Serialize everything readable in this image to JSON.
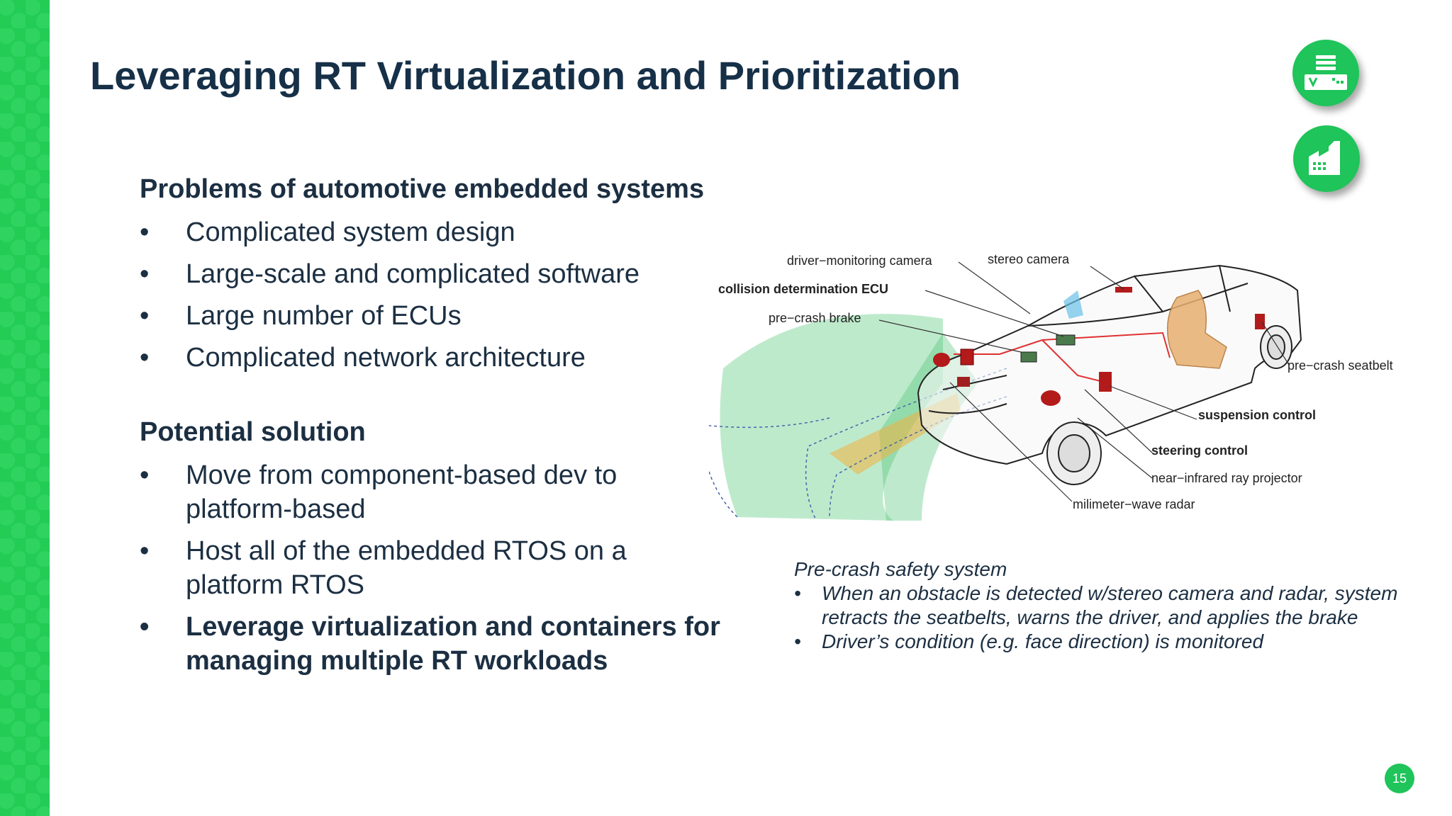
{
  "slide": {
    "title": "Leveraging RT Virtualization and Prioritization",
    "page_number": "15"
  },
  "problems": {
    "heading": "Problems of automotive embedded systems",
    "bullet_glyph": "•",
    "items": [
      "Complicated system design",
      "Large-scale and complicated software",
      "Large number of ECUs",
      "Complicated network architecture"
    ]
  },
  "solution": {
    "heading": "Potential solution",
    "bullet_glyph": "•",
    "items": [
      "Move from component-based dev to platform-based",
      "Host all of the embedded RTOS on a platform RTOS",
      "Leverage virtualization and containers for managing multiple RT workloads"
    ]
  },
  "diagram": {
    "labels": {
      "driver_monitoring_camera": "driver−monitoring camera",
      "stereo_camera": "stereo camera",
      "collision_ecu": "collision determination ECU",
      "pre_crash_brake": "pre−crash brake",
      "pre_crash_seatbelt": "pre−crash seatbelt",
      "suspension_control": "suspension control",
      "steering_control": "steering control",
      "near_infrared": "near−infrared ray projector",
      "mm_wave_radar": "milimeter−wave radar"
    }
  },
  "caption": {
    "title": "Pre-crash safety system",
    "bullet_glyph": "•",
    "items": [
      "When an obstacle is detected w/stereo camera and radar, system retracts the seatbelts, warns the driver, and applies the brake",
      "Driver’s condition (e.g. face direction) is monitored"
    ]
  },
  "icons": {
    "top": "server-chip-icon",
    "bottom": "factory-icon"
  },
  "colors": {
    "accent_green": "#22cc55",
    "title_navy": "#163048",
    "text_navy": "#1c2f42"
  }
}
